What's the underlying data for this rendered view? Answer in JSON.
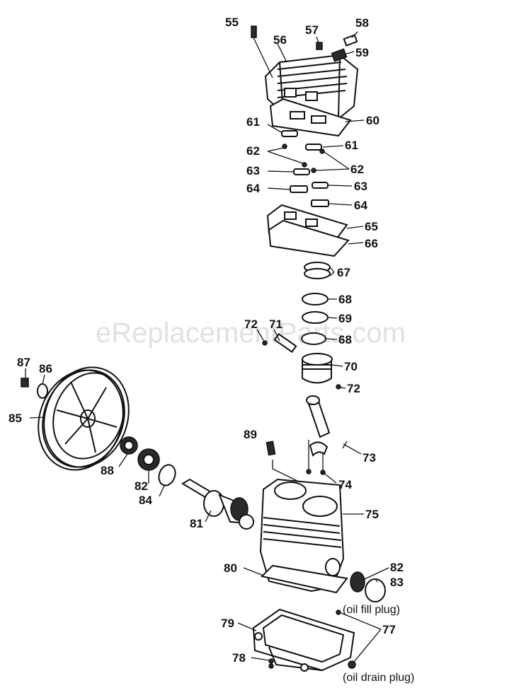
{
  "watermark": "eReplacementParts.com",
  "labels": {
    "p55": "55",
    "p56": "56",
    "p57": "57",
    "p58": "58",
    "p59": "59",
    "p60": "60",
    "p61a": "61",
    "p61b": "61",
    "p62a": "62",
    "p62b": "62",
    "p63a": "63",
    "p63b": "63",
    "p64a": "64",
    "p64b": "64",
    "p65": "65",
    "p66": "66",
    "p67": "67",
    "p68a": "68",
    "p69": "69",
    "p68b": "68",
    "p72a": "72",
    "p71": "71",
    "p70": "70",
    "p72b": "72",
    "p87": "87",
    "p86": "86",
    "p85": "85",
    "p89": "89",
    "p73": "73",
    "p88": "88",
    "p82a": "82",
    "p74": "74",
    "p84": "84",
    "p75": "75",
    "p81": "81",
    "p80": "80",
    "p82b": "82",
    "p83": "83",
    "p79": "79",
    "p77": "77",
    "p78": "78"
  },
  "notes": {
    "oil_fill": "(oil fill plug)",
    "oil_drain": "(oil drain plug)"
  }
}
